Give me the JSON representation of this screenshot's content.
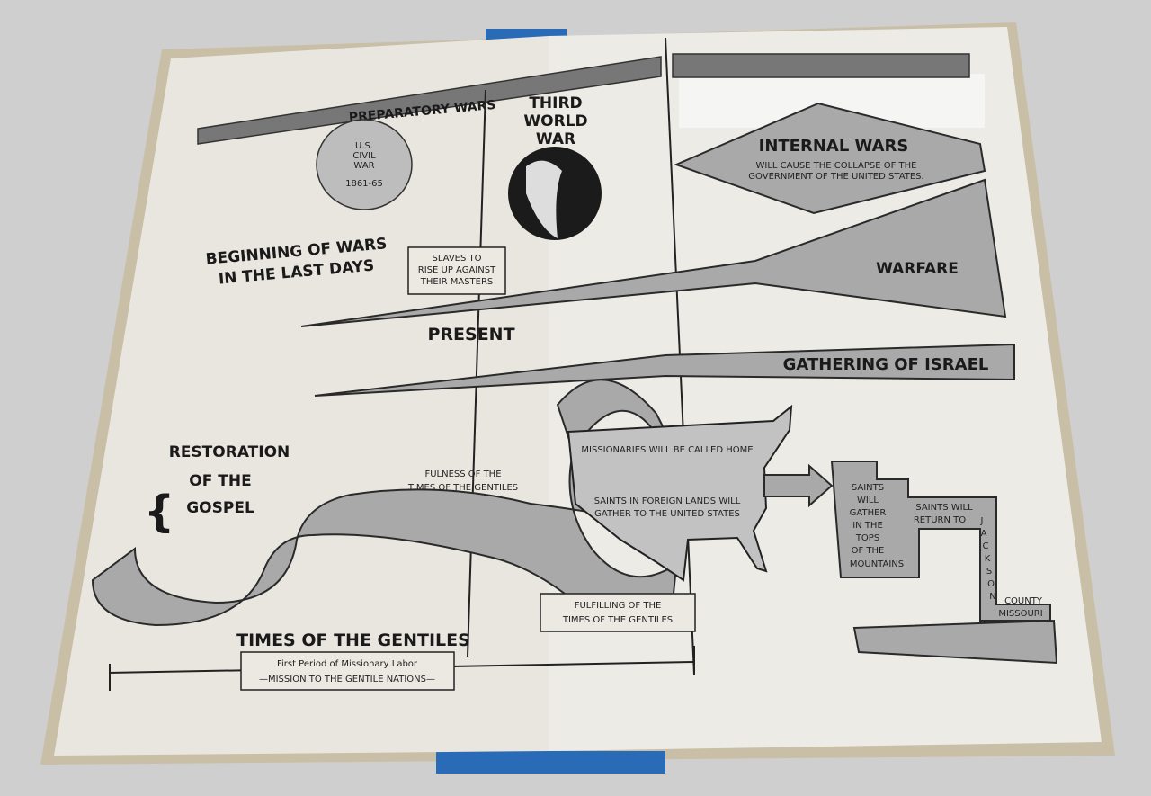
{
  "diagram": {
    "headers": {
      "preparatory_wars": "PREPARATORY WARS",
      "third_world_war": [
        "THIRD",
        "WORLD",
        "WAR"
      ]
    },
    "civil_war": {
      "lines": [
        "U.S.",
        "CIVIL",
        "WAR"
      ],
      "years": "1861-65"
    },
    "beginning_of_wars": [
      "BEGINNING OF WARS",
      "IN THE LAST DAYS"
    ],
    "slaves_box": [
      "SLAVES TO",
      "RISE UP AGAINST",
      "THEIR MASTERS"
    ],
    "internal_wars": {
      "title": "INTERNAL WARS",
      "lines": [
        "WILL CAUSE THE COLLAPSE OF THE",
        "GOVERNMENT OF THE UNITED STATES."
      ]
    },
    "warfare": "WARFARE",
    "present": "PRESENT",
    "gathering_of_israel": "GATHERING OF ISRAEL",
    "restoration": [
      "RESTORATION",
      "OF THE",
      "GOSPEL"
    ],
    "fulness": [
      "FULNESS OF THE",
      "TIMES OF THE GENTILES"
    ],
    "missionaries": "MISSIONARIES WILL BE CALLED HOME",
    "saints_foreign": [
      "SAINTS IN FOREIGN LANDS WILL",
      "GATHER TO THE UNITED STATES"
    ],
    "saints_mountains": [
      "SAINTS",
      "WILL",
      "GATHER",
      "IN THE",
      "TOPS",
      "OF THE",
      "MOUNTAINS"
    ],
    "saints_return": [
      "SAINTS WILL",
      "RETURN TO"
    ],
    "jackson": [
      "J",
      "A",
      "C",
      "K",
      "S",
      "O",
      "N"
    ],
    "county": [
      "COUNTY",
      "MISSOURI"
    ],
    "fulfilling": [
      "FULFILLING OF THE",
      "TIMES OF THE GENTILES"
    ],
    "times_of_gentiles": "TIMES OF THE GENTILES",
    "mission": [
      "First Period of Missionary Labor",
      "—MISSION TO THE GENTILE NATIONS—"
    ]
  }
}
